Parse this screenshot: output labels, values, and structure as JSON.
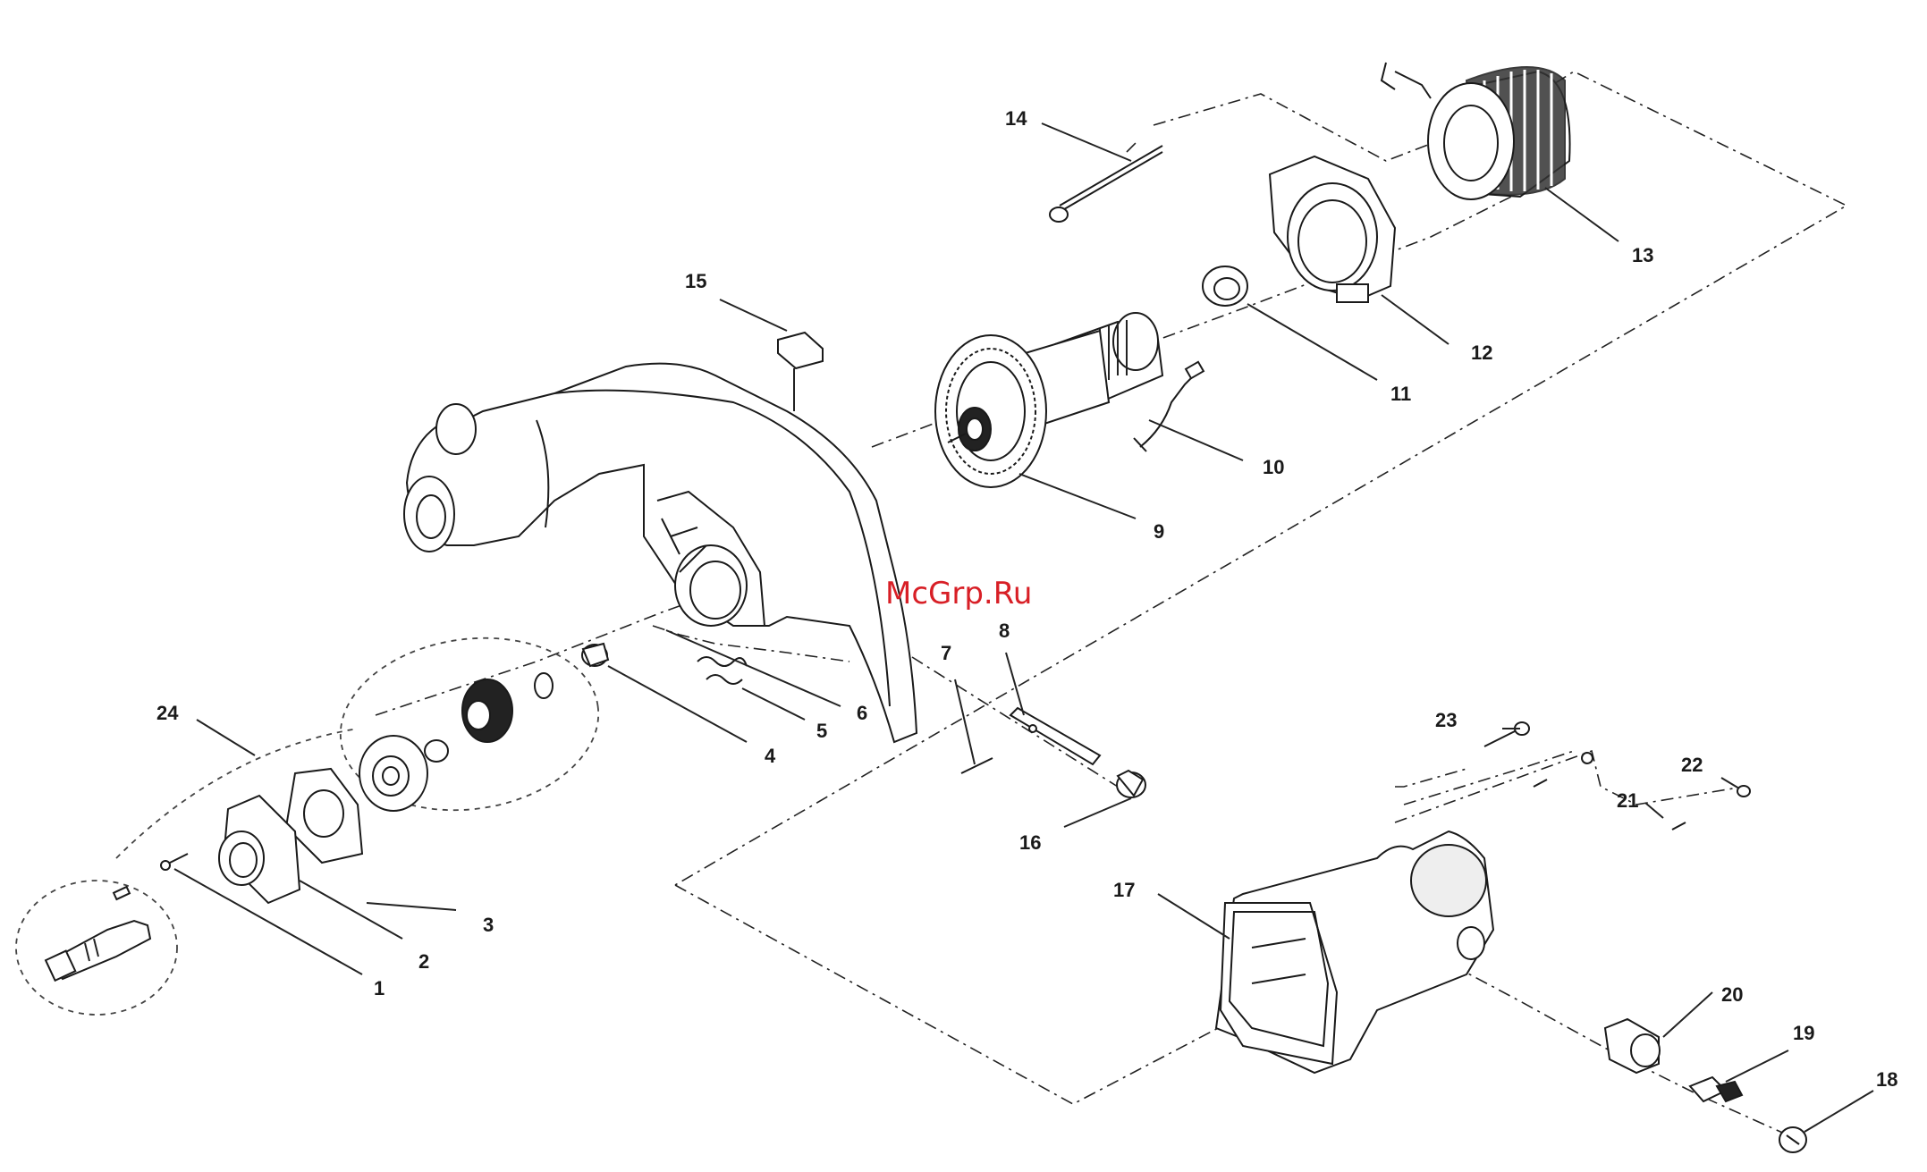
{
  "watermark": "McGrp.Ru",
  "callouts": {
    "c1": "1",
    "c2": "2",
    "c3": "3",
    "c4": "4",
    "c5": "5",
    "c6": "6",
    "c7": "7",
    "c8": "8",
    "c9": "9",
    "c10": "10",
    "c11": "11",
    "c12": "12",
    "c13": "13",
    "c14": "14",
    "c15": "15",
    "c16": "16",
    "c17": "17",
    "c18": "18",
    "c19": "19",
    "c20": "20",
    "c21": "21",
    "c22": "22",
    "c23": "23",
    "c24": "24"
  }
}
